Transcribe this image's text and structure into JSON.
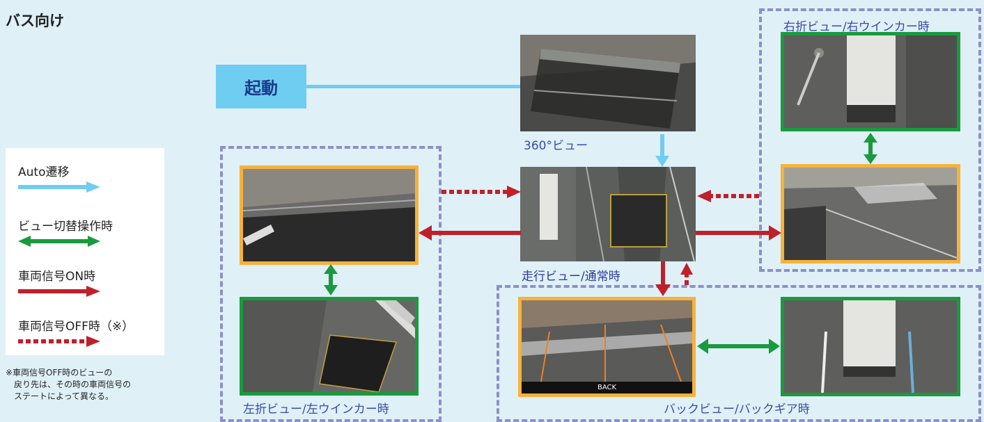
{
  "title": "バス向け",
  "start_label": "起動",
  "legend": {
    "auto": "Auto遷移",
    "view_switch": "ビュー切替操作時",
    "signal_on": "車両信号ON時",
    "signal_off": "車両信号OFF時（※）",
    "note_lines": [
      "※車両信号OFF時のビューの",
      "戻り先は、その時の車両信号の",
      "ステートによって異なる。"
    ]
  },
  "captions": {
    "view_360": "360°ビュー",
    "driving": "走行ビュー/通常時",
    "right_turn": "右折ビュー/右ウインカー時",
    "left_turn": "左折ビュー/左ウインカー時",
    "back": "バックビュー/バックギア時"
  },
  "back_overlay": "BACK",
  "colors": {
    "auto": "#6fcdf1",
    "view_switch": "#1a9a3e",
    "signal": "#c0202a",
    "frame_orange": "#f6b23b",
    "frame_green": "#1a9a3e",
    "group_border": "#8d8fc8"
  }
}
